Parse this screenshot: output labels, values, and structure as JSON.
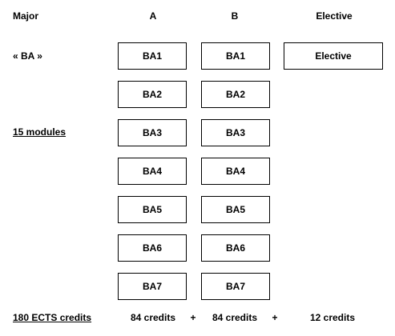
{
  "headers": {
    "major": "Major",
    "col_a": "A",
    "col_b": "B",
    "elective": "Elective"
  },
  "left_labels": {
    "degree": "« BA »",
    "modules": "15 modules",
    "credits_total": "180 ECTS  credits"
  },
  "modules_a": [
    "BA1",
    "BA2",
    "BA3",
    "BA4",
    "BA5",
    "BA6",
    "BA7"
  ],
  "modules_b": [
    "BA1",
    "BA2",
    "BA3",
    "BA4",
    "BA5",
    "BA6",
    "BA7"
  ],
  "elective_module": "Elective",
  "credits": {
    "a": "84 credits",
    "plus1": "+",
    "b": "84 credits",
    "plus2": "+",
    "elective": "12 credits"
  }
}
